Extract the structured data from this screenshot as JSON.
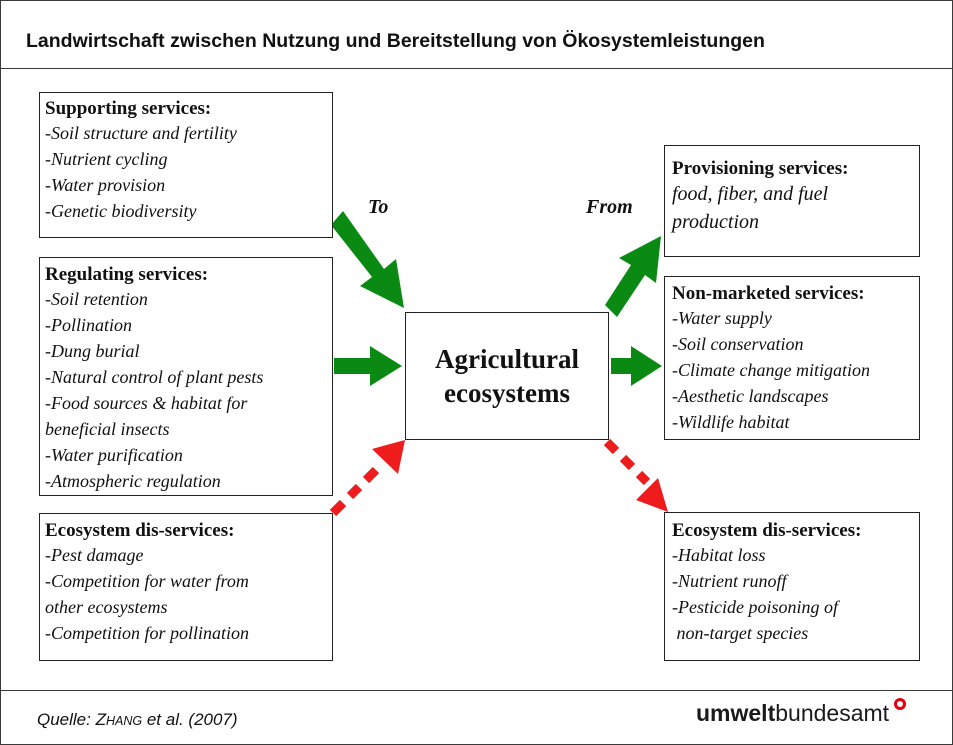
{
  "title": "Landwirtschaft zwischen Nutzung und Bereitstellung von Ökosystemleistungen",
  "center": {
    "line1": "Agricultural",
    "line2": "ecosystems"
  },
  "labels": {
    "to": "To",
    "from": "From"
  },
  "supporting": {
    "heading": "Supporting services:",
    "items": [
      "-Soil structure and fertility",
      "-Nutrient cycling",
      "-Water provision",
      "-Genetic biodiversity"
    ]
  },
  "regulating": {
    "heading": "Regulating services:",
    "items": [
      "-Soil retention",
      "-Pollination",
      "-Dung burial",
      "-Natural control of plant pests",
      "-Food sources & habitat for",
      "beneficial insects",
      "-Water purification",
      "-Atmospheric regulation"
    ]
  },
  "disservices_left": {
    "heading": "Ecosystem dis-services:",
    "items": [
      "-Pest damage",
      "-Competition for water from",
      "other ecosystems",
      "-Competition for pollination"
    ]
  },
  "provisioning": {
    "heading": "Provisioning services:",
    "items": [
      "food, fiber, and fuel",
      "production"
    ]
  },
  "nonmarketed": {
    "heading": "Non-marketed services:",
    "items": [
      "-Water supply",
      "-Soil conservation",
      "-Climate change mitigation",
      "-Aesthetic landscapes",
      "-Wildlife habitat"
    ]
  },
  "disservices_right": {
    "heading": "Ecosystem dis-services:",
    "items": [
      "-Habitat loss",
      "-Nutrient runoff",
      "-Pesticide poisoning of",
      " non-target species"
    ]
  },
  "source": {
    "prefix": "Quelle: Z",
    "smallcaps": "hang",
    "suffix": " et al. (2007)"
  },
  "logo": {
    "bold": "umwelt",
    "regular": "bundesamt"
  },
  "colors": {
    "positive_arrow": "#0a8a12",
    "negative_arrow": "#ee1c1c",
    "logo_accent": "#e2000f"
  }
}
